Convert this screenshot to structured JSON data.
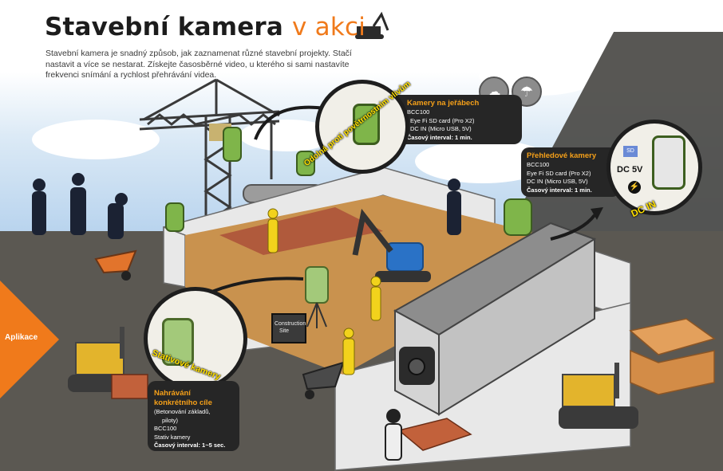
{
  "header": {
    "title_main": "Stavební kamera",
    "title_accent": "v akci",
    "description": "Stavební kamera je snadný způsob, jak zaznamenat různé stavební projekty. Stačí nastavit a více se nestarat. Získejte časosběrné video, u kterého si sami nastavíte frekvenci snímání a rychlost přehrávání videa."
  },
  "side_tab": {
    "label": "Aplikace"
  },
  "crane_box": {
    "title": "Kamery na jeřábech",
    "lines": [
      "BCC100",
      "Eye Fi SD card (Pro X2)",
      "DC IN (Micro USB, 5V)",
      "Časový interval: 1 min."
    ],
    "arc_label": "Odolná proti povětrnostním vlivům"
  },
  "overview_box": {
    "title": "Přehledové kamery",
    "lines": [
      "BCC100",
      "Eye Fi SD card (Pro X2)",
      "DC IN (Micro USB, 5V)",
      "Časový interval: 1 min."
    ],
    "dc_label": "DC 5V",
    "dc_in_label": "DC IN",
    "sd_label": "SD"
  },
  "target_box": {
    "title": "Nahrávání konkrétního cíle",
    "lines": [
      "(Betonování základů,",
      "piloty)",
      "BCC100",
      "Stativ kamery",
      "Časový interval: 1~5 sec."
    ],
    "arc_label": "Stativové kamery"
  },
  "site_sign": {
    "line1": "Construction",
    "line2": "Site"
  },
  "weather_icons": [
    "wind-icon",
    "umbrella-icon"
  ],
  "colors": {
    "accent": "#f07a1b",
    "highlight": "#f5a019",
    "camera_green": "#7fb54a",
    "box_bg": "#262626"
  }
}
